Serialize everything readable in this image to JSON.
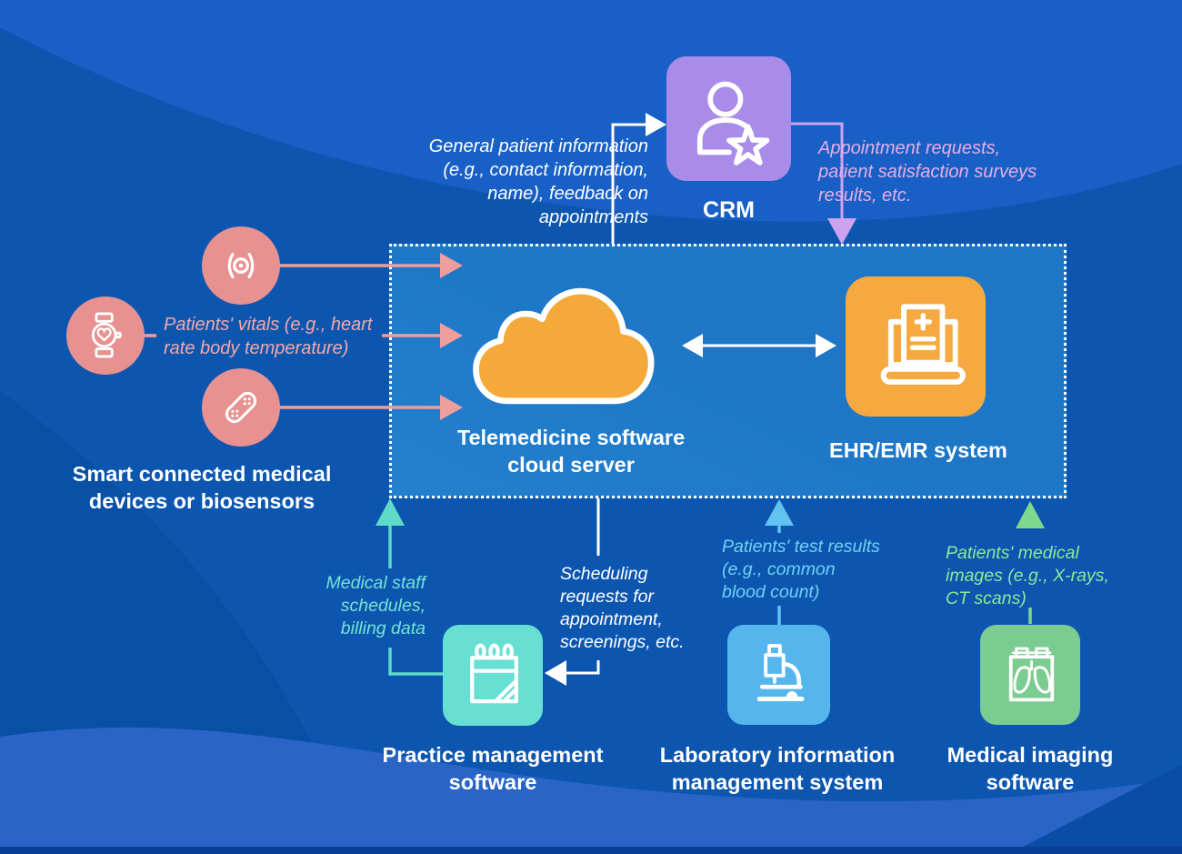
{
  "diagram_title": "Telemedicine software cloud server integrations",
  "colors": {
    "background_base": "#0d56b0",
    "background_wave_light": "#185fc6",
    "background_wave_dark": "#0750a6",
    "background_wave_bottom": "#2a64c6",
    "hub_fill": "#1d76c6",
    "hub_border": "#ffffff",
    "crm_box": "#a98ce9",
    "crm_connector": "#cda2ef",
    "crm_annotation_text": "#e5afe6",
    "devices_circle": "#e89191",
    "devices_connector": "#ef9e9e",
    "devices_annotation_text": "#f2a9a9",
    "cloud_fill": "#f6a93b",
    "ehr_box": "#f6a940",
    "practice_box": "#67e0d3",
    "practice_connector": "#5fd9c8",
    "practice_annotation_text": "#74e3d4",
    "lab_box": "#55b5ed",
    "lab_connector": "#62c3f1",
    "lab_annotation_text": "#6fd1f4",
    "imaging_box": "#7ccb90",
    "imaging_connector": "#7ed98d",
    "imaging_annotation_text": "#8be89b",
    "label_text": "#ffffff"
  },
  "nodes": {
    "crm": {
      "label": "CRM",
      "icon": "person-star-icon"
    },
    "cloud": {
      "label": "Telemedicine software\ncloud server",
      "icon": "cloud-icon"
    },
    "ehr": {
      "label": "EHR/EMR system",
      "icon": "laptop-medical-record-icon"
    },
    "devices": {
      "label": "Smart connected medical\ndevices or biosensors",
      "icons": [
        "sensor-icon",
        "smartwatch-icon",
        "bandage-icon"
      ]
    },
    "practice": {
      "label": "Practice management\nsoftware",
      "icon": "calendar-icon"
    },
    "lab": {
      "label": "Laboratory information\nmanagement system",
      "icon": "microscope-icon"
    },
    "imaging": {
      "label": "Medical imaging\nsoftware",
      "icon": "xray-icon"
    }
  },
  "annotations": {
    "general_info": "General patient information\n(e.g., contact information,\nname), feedback on\nappointments",
    "appointment_requests": "Appointment requests,\npatient satisfaction surveys\nresults, etc.",
    "vitals": "Patients' vitals (e.g., heart\nrate body temperature)",
    "staff_schedules": "Medical staff\nschedules,\nbilling data",
    "scheduling_requests": "Scheduling\nrequests for\nappointment,\nscreenings, etc.",
    "test_results": "Patients' test results\n(e.g., common\nblood count)",
    "medical_images": "Patients' medical\nimages (e.g., X-rays,\nCT scans)"
  }
}
